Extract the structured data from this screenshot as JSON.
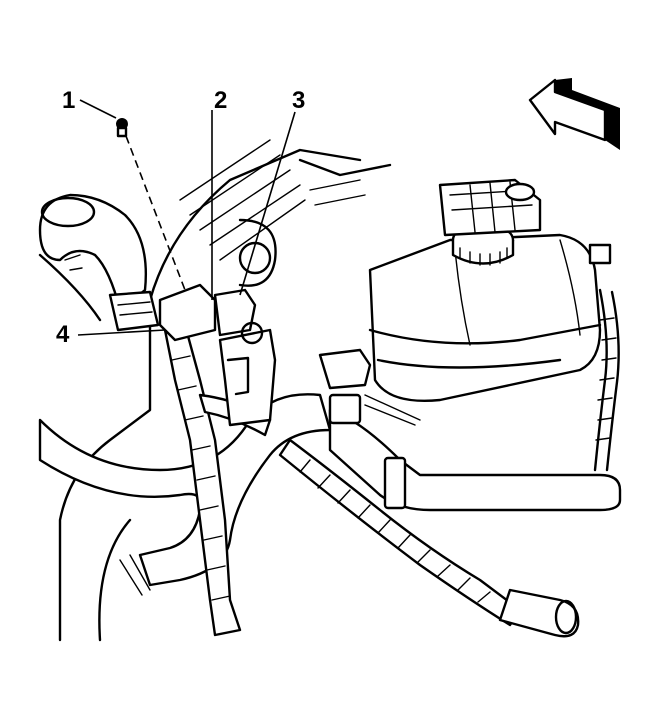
{
  "callouts": [
    {
      "id": "1",
      "label": "1"
    },
    {
      "id": "2",
      "label": "2"
    },
    {
      "id": "3",
      "label": "3"
    },
    {
      "id": "4",
      "label": "4"
    }
  ],
  "icons": {
    "direction": "front-direction-arrow-icon"
  },
  "colors": {
    "line": "#000000",
    "background": "#ffffff"
  }
}
